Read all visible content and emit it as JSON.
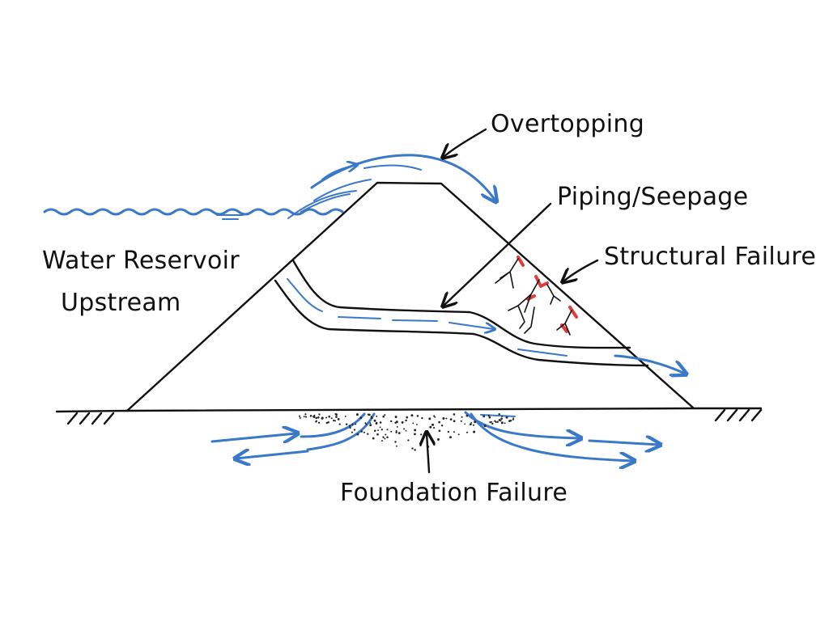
{
  "labels": {
    "overtopping": "Overtopping",
    "piping": "Piping/Seepage",
    "structural": "Structural Failure",
    "reservoir_line1": "Water Reservoir",
    "reservoir_line2": "Upstream",
    "foundation": "Foundation Failure"
  },
  "colors": {
    "ink": "#111111",
    "water": "#3a78c9",
    "crack": "#e23b3b"
  }
}
